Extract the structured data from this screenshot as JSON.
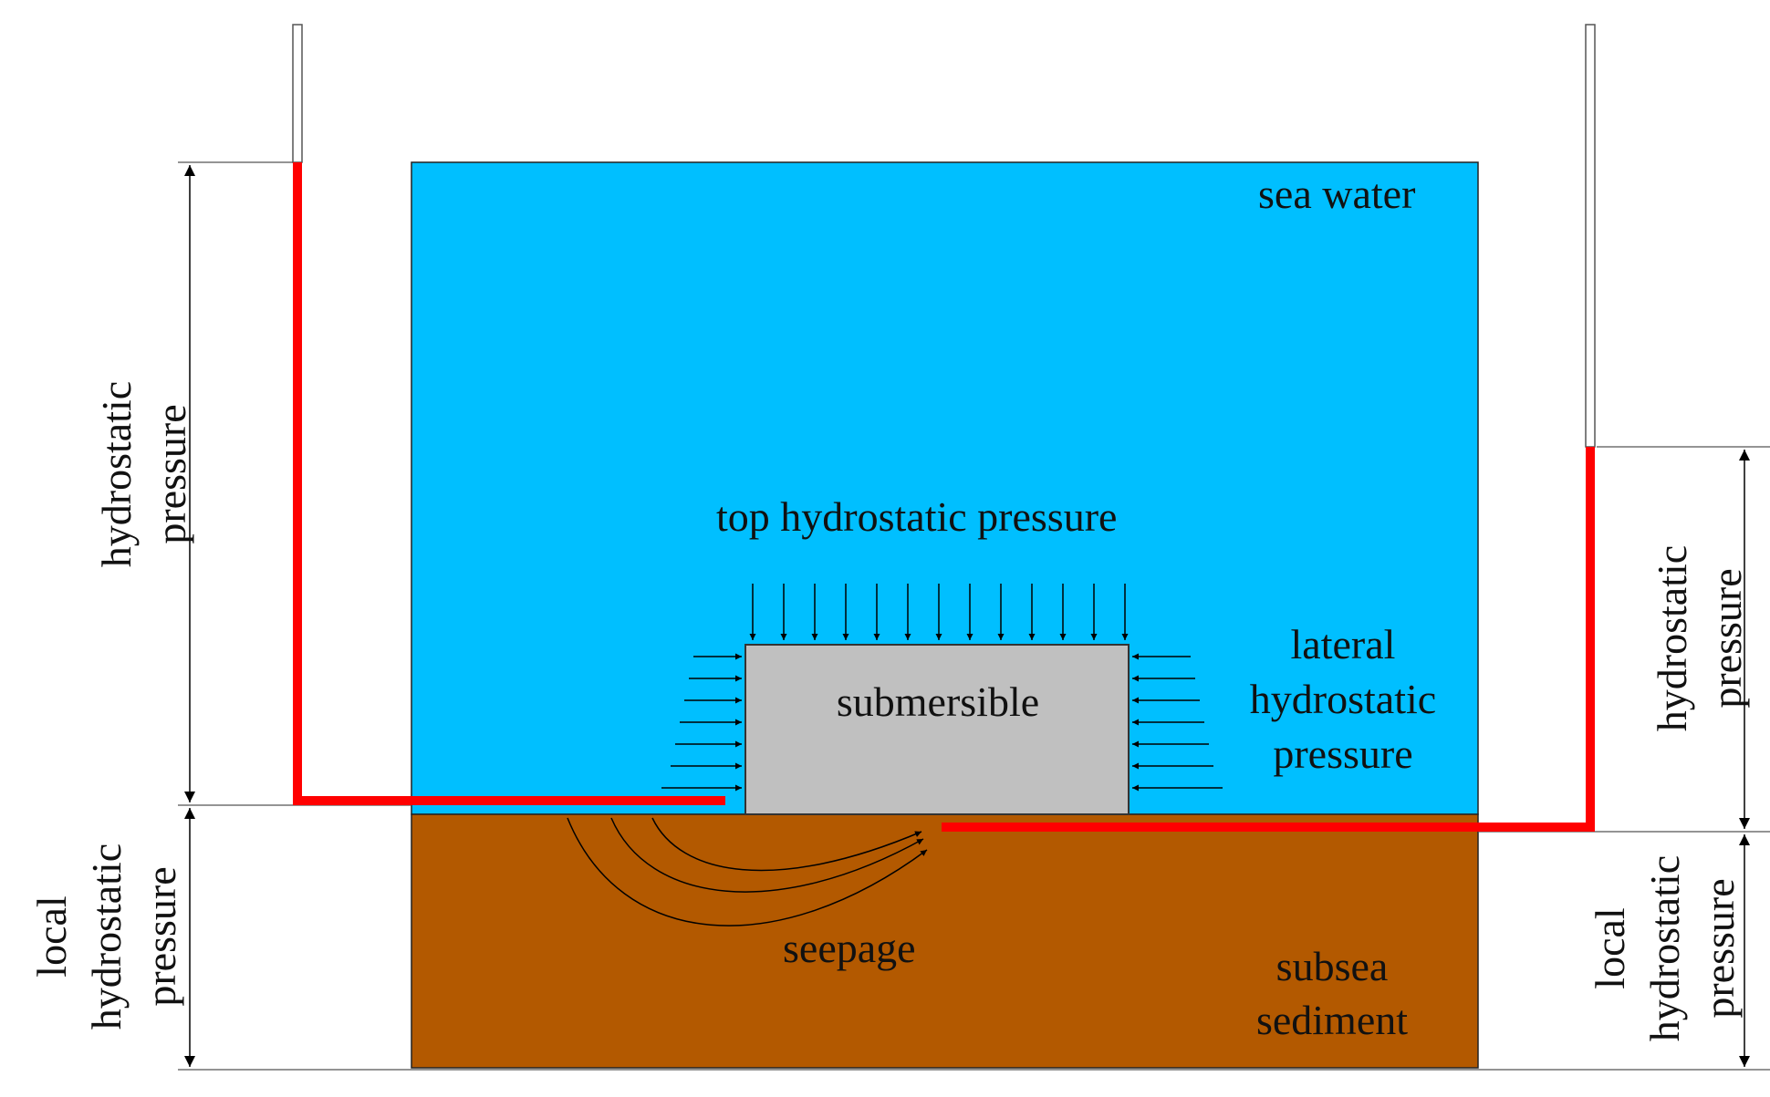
{
  "labels": {
    "sea_water": "sea water",
    "top_pressure": "top hydrostatic pressure",
    "submersible": "submersible",
    "lateral_line1": "lateral",
    "lateral_line2": "hydrostatic",
    "lateral_line3": "pressure",
    "seepage": "seepage",
    "sediment_line1": "subsea",
    "sediment_line2": "sediment",
    "left_upper_line1": "hydrostatic",
    "left_upper_line2": "pressure",
    "left_lower_line1": "local",
    "left_lower_line2": "hydrostatic",
    "left_lower_line3": "pressure",
    "right_upper_line1": "hydrostatic",
    "right_upper_line2": "pressure",
    "right_lower_line1": "local",
    "right_lower_line2": "hydrostatic",
    "right_lower_line3": "pressure"
  },
  "colors": {
    "sea_water": "#00BFFF",
    "sediment": "#B35900",
    "submersible": "#C0C0C0",
    "piezometer": "#FF0000"
  }
}
